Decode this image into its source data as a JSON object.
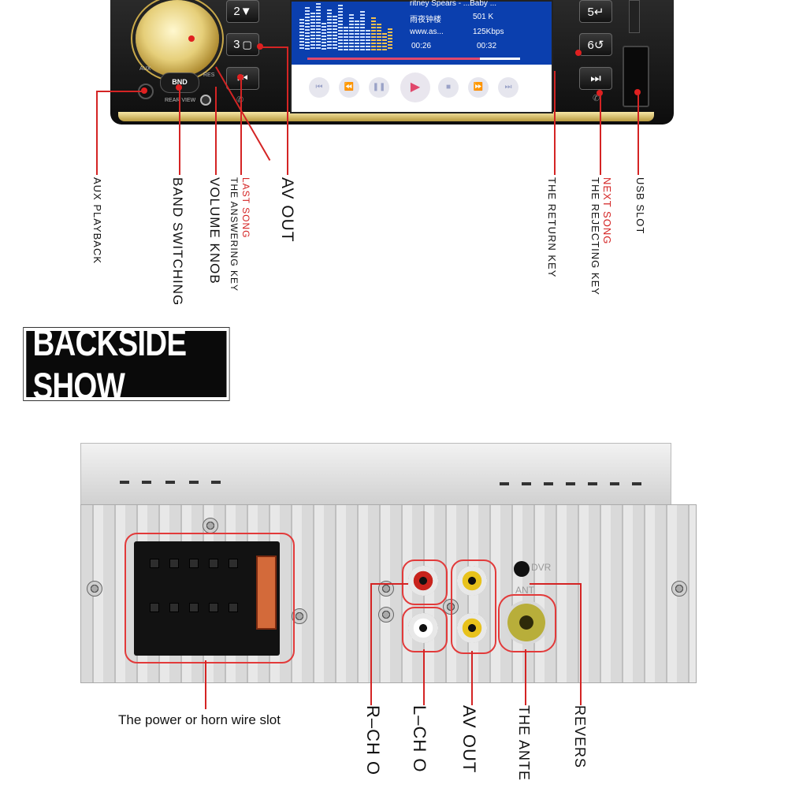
{
  "front": {
    "buttons": {
      "btn2": "2▼",
      "btn3": "3",
      "btn5": "5↵",
      "btn6": "6↺",
      "prev": "⏮",
      "next": "⏭"
    },
    "small_labels": {
      "aux": "AUX",
      "bnd": "BND",
      "res": "RES",
      "rear_view": "REAR VIEW"
    },
    "screen": {
      "track_line1": "ritney Spears - ...Baby ...",
      "track_line2": "雨夜钟楼",
      "track_line3": "www.as...",
      "size": "501 K",
      "bitrate": "125Kbps",
      "elapsed": "00:26",
      "total": "00:32",
      "progress_fraction": 0.8125
    },
    "callouts": {
      "aux_playback": "AUX PLAYBACK",
      "band_switching": "BAND SWITCHING",
      "volume_knob": "VOLUME KNOB",
      "last_song": "LAST SONG",
      "answering_key": "THE ANSWERING KEY",
      "av_out": "AV OUT",
      "return_key": "THE RETURN KEY",
      "next_song": "NEXT SONG",
      "rejecting_key": "THE REJECTING KEY",
      "usb_slot": "USB SLOT"
    }
  },
  "banner": {
    "title": "BACKSIDE SHOW"
  },
  "back": {
    "port_labels": {
      "dvr": "DVR",
      "ant": "ANT"
    },
    "callouts": {
      "power_wire": "The power or horn wire slot",
      "r_ch": "R–CH O",
      "l_ch": "L–CH O",
      "av_out": "AV OUT",
      "antenna": "THE ANTE",
      "reverse": "REVERS"
    }
  },
  "colors": {
    "callout_red": "#d42424",
    "screen_blue": "#0b3fae",
    "gold": "#c9a94a"
  }
}
